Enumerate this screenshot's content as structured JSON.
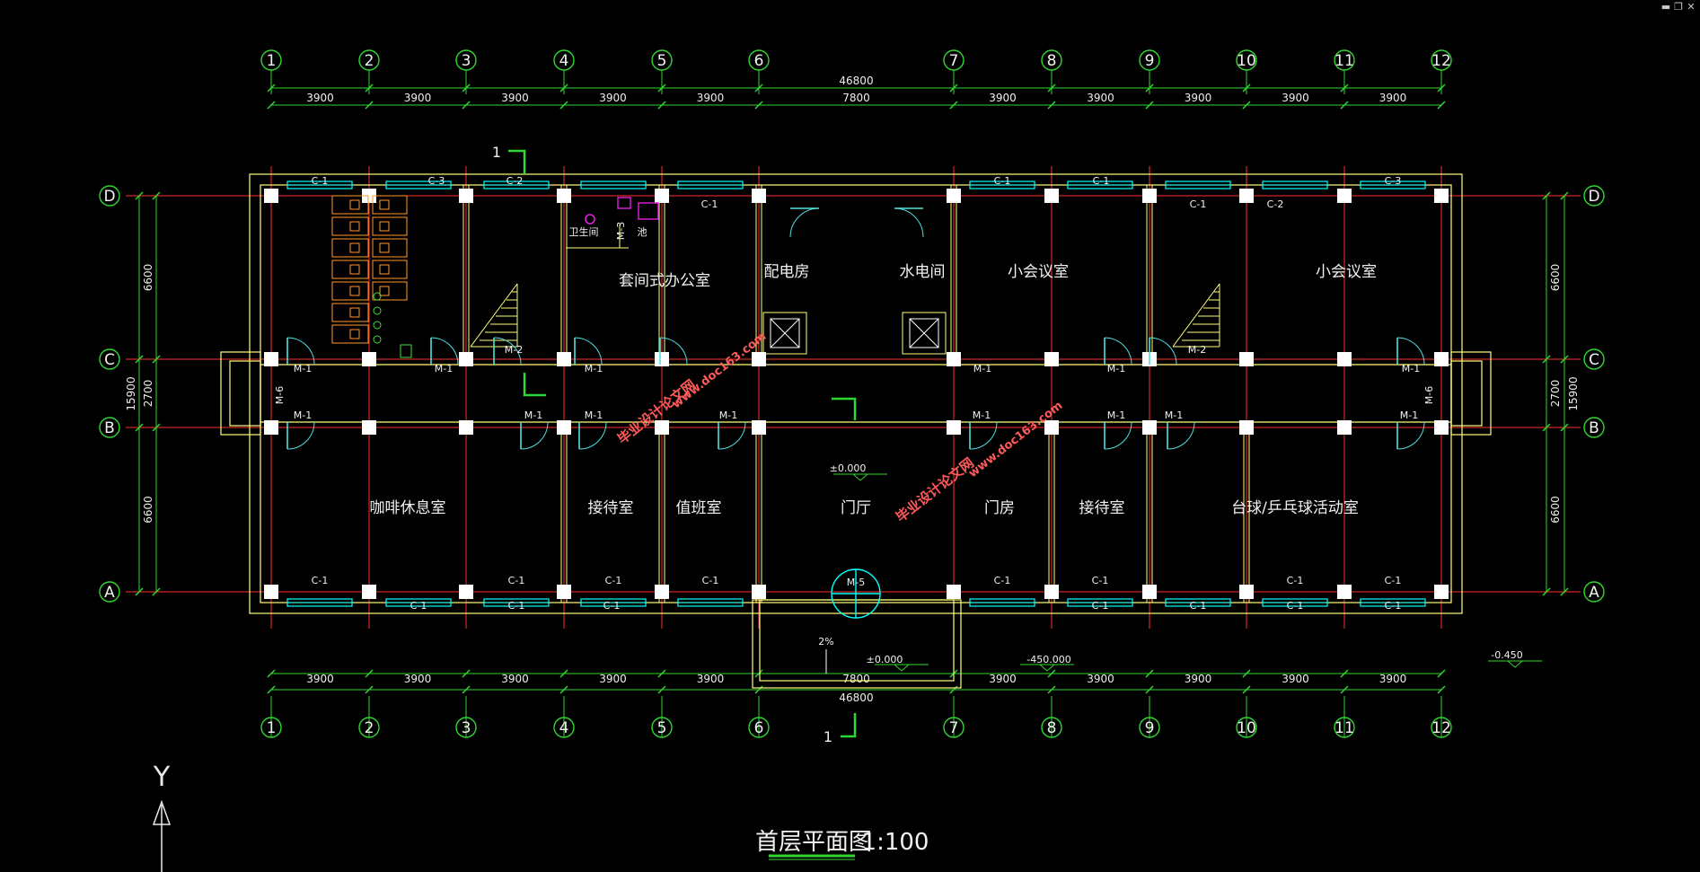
{
  "window": {
    "min_glyph": "▬",
    "restore_glyph": "❐",
    "close_glyph": "✕"
  },
  "drawing": {
    "title": "首层平面图",
    "scale": "1:100",
    "axis_cols": [
      "1",
      "2",
      "3",
      "4",
      "5",
      "6",
      "7",
      "8",
      "9",
      "10",
      "11",
      "12"
    ],
    "axis_rows": [
      "D",
      "C",
      "B",
      "A"
    ],
    "top_overall_dim": "46800",
    "bottom_overall_dim": "46800",
    "top_dims": [
      "3900",
      "3900",
      "3900",
      "3900",
      "3900",
      "7800",
      "3900",
      "3900",
      "3900",
      "3900",
      "3900"
    ],
    "bottom_dims": [
      "3900",
      "3900",
      "3900",
      "3900",
      "3900",
      "7800",
      "3900",
      "3900",
      "3900",
      "3900",
      "3900"
    ],
    "side_dims": [
      "6600",
      "2700",
      "6600"
    ],
    "side_overall": "15900",
    "rooms": [
      "套间式办公室",
      "配电房",
      "水电间",
      "小会议室",
      "小会议室",
      "咖啡休息室",
      "接待室",
      "值班室",
      "门厅",
      "门房",
      "接待室",
      "台球/乒乓球活动室"
    ],
    "small_labels": [
      "卫生间",
      "池"
    ],
    "section_mark": "1",
    "elevations": [
      "±0.000",
      "±0.000",
      "-450.000",
      "-0.450"
    ],
    "slope": "2%",
    "windows": [
      "C-1",
      "C-3",
      "C-2",
      "C-1",
      "C-1",
      "C-1",
      "C-1",
      "C-2",
      "C-3",
      "C-1",
      "C-1",
      "C-1",
      "C-1",
      "C-1",
      "C-1",
      "C-1",
      "C-1",
      "C-1",
      "C-1",
      "C-1",
      "C-1",
      "C-1",
      "C-1",
      "C-1"
    ],
    "doors": [
      "M-1",
      "M-1",
      "M-1",
      "M-1",
      "M-2",
      "M-2",
      "M-1",
      "M-1",
      "M-1",
      "M-1",
      "M-1",
      "M-1",
      "M-1",
      "M-1",
      "M-1",
      "M-1",
      "M-6",
      "M-6",
      "M-5",
      "M-3"
    ],
    "watermarks": [
      "毕业设计论文网",
      "www.doc163.com",
      "毕业设计论文网",
      "www.doc163.com"
    ],
    "ucs_label": "Y"
  },
  "colors": {
    "background": "#000000",
    "axis": "#ff3030",
    "dim": "#31d731",
    "wall": "#ffff7a",
    "window": "#00ffff",
    "door": "#4fe0e0",
    "column": "#ffffff",
    "fixture": "#ff9a2e",
    "sanitary": "#e020e0"
  }
}
